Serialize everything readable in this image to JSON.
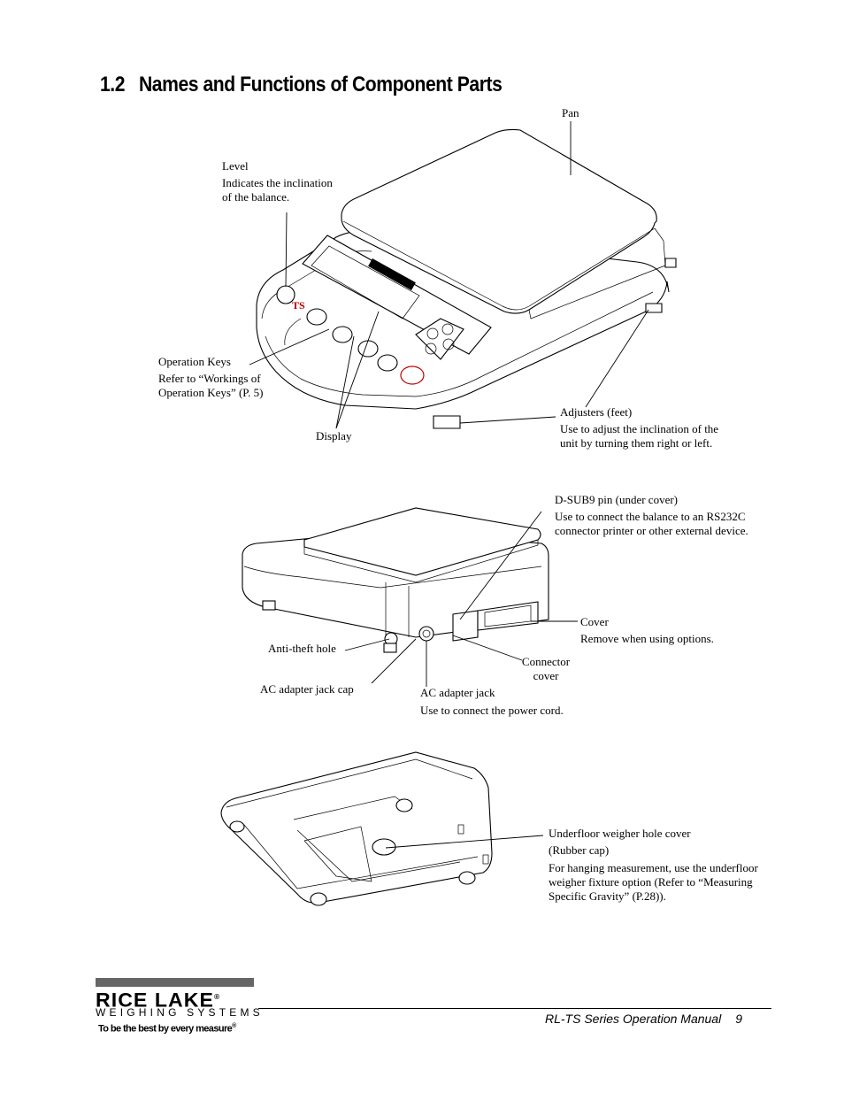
{
  "section": {
    "number": "1.2",
    "title": "Names and Functions of Component Parts"
  },
  "figure1": {
    "pan": {
      "label": "Pan"
    },
    "level": {
      "label": "Level",
      "desc_lines": [
        "Indicates the inclination",
        "of the balance."
      ]
    },
    "operation_keys": {
      "label": "Operation Keys",
      "desc_lines": [
        "Refer to “Workings of",
        "Operation Keys” (P. 5)"
      ]
    },
    "display": {
      "label": "Display"
    },
    "adjusters": {
      "label": "Adjusters (feet)",
      "desc_lines": [
        "Use to adjust the inclination of the",
        "unit by turning them right or left."
      ]
    }
  },
  "figure2": {
    "dsub9": {
      "label": "D-SUB9 pin (under cover)",
      "desc_lines": [
        "Use to connect the balance to an RS232C",
        "connector printer or other external device."
      ]
    },
    "cover": {
      "label": "Cover",
      "desc": "Remove when using options."
    },
    "anti_theft": {
      "label": "Anti-theft hole"
    },
    "connector_cover": {
      "label_lines": [
        "Connector",
        "cover"
      ]
    },
    "ac_jack_cap": {
      "label": "AC adapter jack cap"
    },
    "ac_jack": {
      "label": "AC adapter jack",
      "desc": "Use to connect the power cord."
    }
  },
  "figure3": {
    "underfloor": {
      "label": "Underfloor weigher hole cover",
      "sub": "(Rubber cap)",
      "desc_lines": [
        "For hanging measurement, use the underfloor",
        "weigher fixture option (Refer to “Measuring",
        "Specific Gravity” (P.28))."
      ]
    }
  },
  "footer": {
    "manual_title": "RL-TS Series Operation Manual",
    "page_number": "9",
    "logo": {
      "name": "RICE LAKE",
      "subtitle": "WEIGHING SYSTEMS",
      "tagline": "To be the best by every measure",
      "trademark": "®"
    }
  }
}
